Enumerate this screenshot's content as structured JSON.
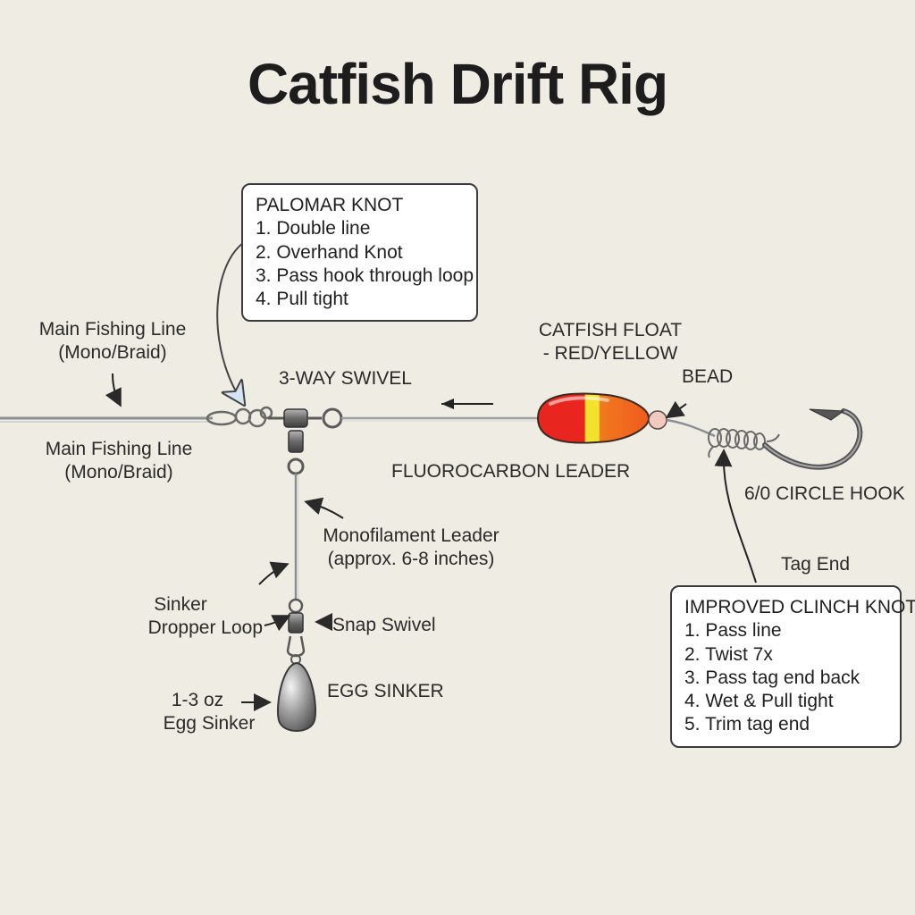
{
  "title": "Catfish Drift Rig",
  "labels": {
    "main_line_top": [
      "Main Fishing Line",
      "(Mono/Braid)"
    ],
    "main_line_bottom": [
      "Main Fishing Line",
      "(Mono/Braid)"
    ],
    "three_way_swivel": "3-WAY SWIVEL",
    "catfish_float": [
      "CATFISH FLOAT",
      "- RED/YELLOW"
    ],
    "bead": "BEAD",
    "fluorocarbon_leader": "FLUOROCARBON LEADER",
    "circle_hook": "6/0 CIRCLE HOOK",
    "tag_end": "Tag End",
    "mono_leader": [
      "Monofilament Leader",
      "(approx. 6-8 inches)"
    ],
    "dropper_loop": [
      "Sinker",
      "Dropper Loop"
    ],
    "snap_swivel": "Snap Swivel",
    "egg_sinker_label": "EGG SINKER",
    "egg_sinker_weight": [
      "1-3 oz",
      "Egg Sinker"
    ]
  },
  "palomar": {
    "title": "PALOMAR KNOT",
    "steps": [
      "1. Double line",
      "2. Overhand Knot",
      "3. Pass hook through loop",
      "4. Pull tight"
    ]
  },
  "clinch": {
    "title": "IMPROVED CLINCH KNOT",
    "steps": [
      "1. Pass line",
      "2. Twist 7x",
      "3. Pass tag end back",
      "4. Wet & Pull tight",
      "5. Trim tag end"
    ]
  },
  "colors": {
    "background": "#efece4",
    "float_red": "#e8261f",
    "float_yellow": "#f2e22c",
    "float_orange": "#f07a1e",
    "bead": "#f2c9bf",
    "metal": "#6d6d6d",
    "line": "#8a8f93"
  }
}
